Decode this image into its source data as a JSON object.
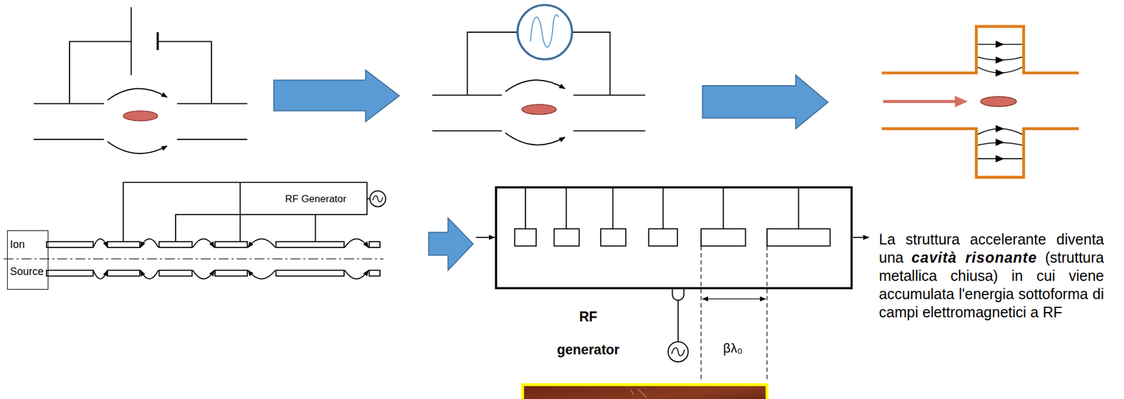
{
  "diagram": {
    "nodes": [
      {
        "text": [
          "Ion Source"
        ]
      }
    ],
    "labels": [
      "RF Generator",
      "RF generator",
      "βλ₀",
      "La struttura accelerante diventa una",
      "cavità risonante",
      "(struttura metallica chiusa) in cui viene accumulata l'energia sottoforma di campi elettromagnetici a RF"
    ]
  }
}
